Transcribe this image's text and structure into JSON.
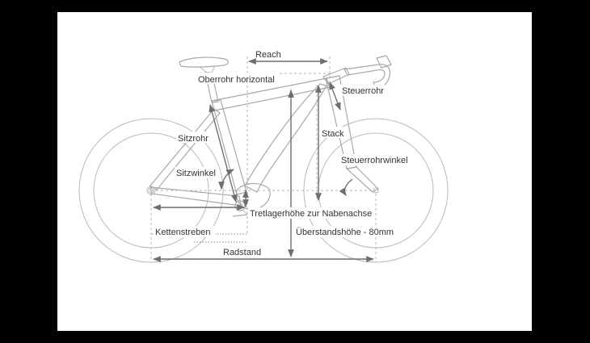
{
  "labels": {
    "reach": "Reach",
    "oberrohr": "Oberrohr horizontal",
    "steuerrohr": "Steuerrohr",
    "stack": "Stack",
    "sitzrohr": "Sitzrohr",
    "steuerrohrwinkel": "Steuerrohrwinkel",
    "sitzwinkel": "Sitzwinkel",
    "tretlager": "Tretlagerhöhe zur Nabenachse",
    "kettenstreben": "Kettenstreben",
    "ueberstand": "Überstandshöhe - 80mm",
    "radstand": "Radstand"
  },
  "colors": {
    "background": "#000000",
    "panel": "#ffffff",
    "line": "#a8a8a8",
    "dimension": "#6e6e6e",
    "text": "#333333"
  }
}
